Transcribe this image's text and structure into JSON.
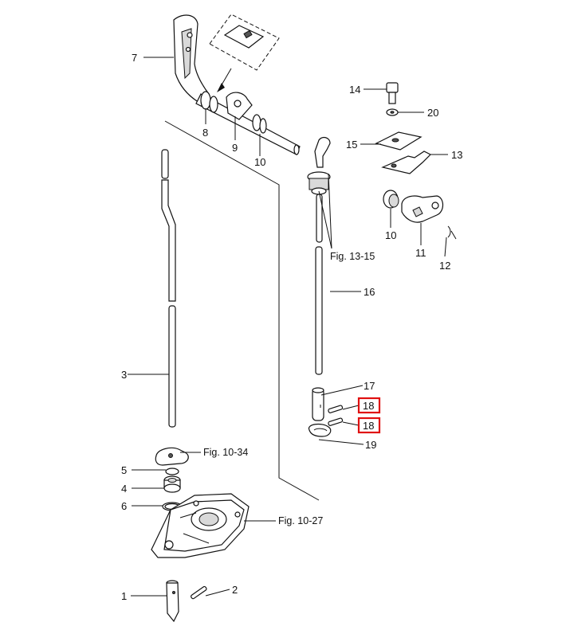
{
  "callouts": {
    "c1": "1",
    "c2": "2",
    "c3": "3",
    "c4": "4",
    "c5": "5",
    "c6": "6",
    "c7": "7",
    "c8": "8",
    "c9": "9",
    "c10a": "10",
    "c10b": "10",
    "c11": "11",
    "c12": "12",
    "c13": "13",
    "c14": "14",
    "c15": "15",
    "c16": "16",
    "c17": "17",
    "c18a": "18",
    "c18b": "18",
    "c19": "19",
    "c20": "20"
  },
  "references": {
    "fig_13_15": "Fig. 13-15",
    "fig_10_34": "Fig. 10-34",
    "fig_10_27": "Fig. 10-27"
  },
  "highlight": {
    "color": "#e01010",
    "parts": [
      "18"
    ]
  }
}
